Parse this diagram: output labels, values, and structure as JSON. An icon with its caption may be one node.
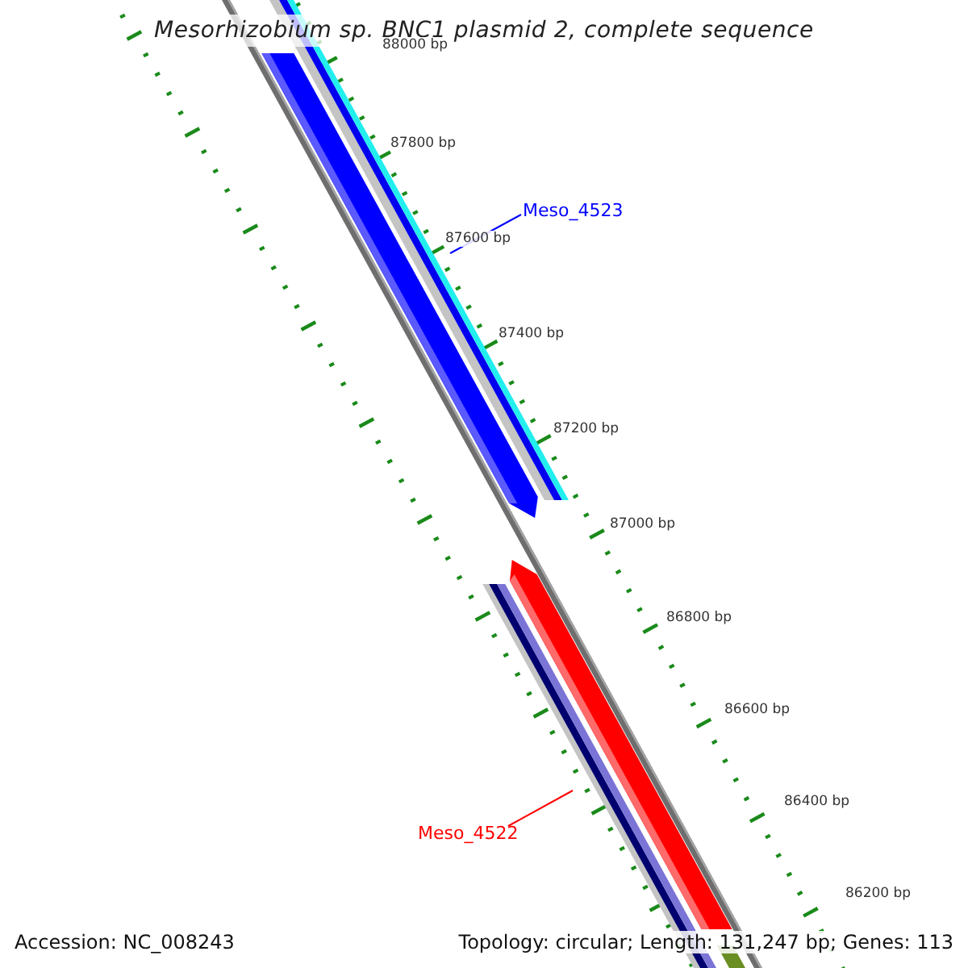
{
  "diagram": {
    "title": "Mesorhizobium sp. BNC1 plasmid 2, complete sequence",
    "nodes": [
      {
        "text": [
          "Meso_4523"
        ]
      },
      {
        "text": [],
        "shape": "bar"
      },
      {
        "text": [
          "Meso_4522"
        ]
      },
      {
        "text": [],
        "shape": "bar"
      }
    ],
    "edges": [
      {
        "from": 0,
        "to": 1,
        "arrow": "none",
        "color": "#0000ff"
      },
      {
        "from": 2,
        "to": 3,
        "arrow": "none",
        "color": "#ff0000"
      }
    ],
    "labels": [
      "88000 bp",
      "87800 bp",
      "87600 bp",
      "87400 bp",
      "87200 bp",
      "87000 bp",
      "86800 bp",
      "86600 bp",
      "86400 bp",
      "86200 bp",
      "Accession: NC_008243",
      "Topology: circular; Length: 131,247 bp; Genes: 113"
    ]
  }
}
